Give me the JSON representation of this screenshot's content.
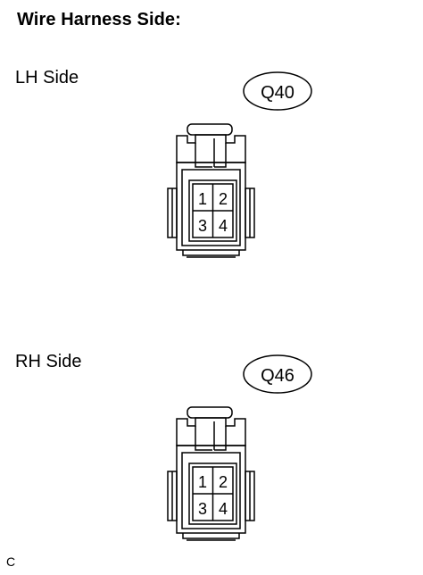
{
  "title": "Wire Harness Side:",
  "connectors": [
    {
      "side_label": "LH Side",
      "code": "Q40",
      "pins": [
        "1",
        "2",
        "3",
        "4"
      ]
    },
    {
      "side_label": "RH Side",
      "code": "Q46",
      "pins": [
        "1",
        "2",
        "3",
        "4"
      ]
    }
  ],
  "footer": "C"
}
